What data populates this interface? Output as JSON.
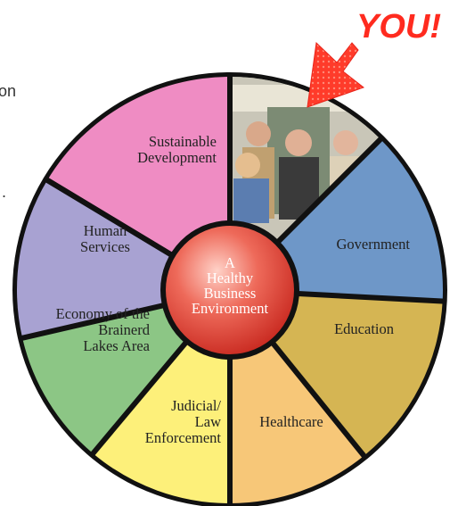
{
  "side_text": [
    "on",
    "."
  ],
  "callout": {
    "label": "YOU!",
    "color": "#ff2b1f"
  },
  "center": {
    "lines": [
      "A",
      "Healthy",
      "Business",
      "Environment"
    ],
    "color": "#e0463a"
  },
  "photo": {
    "icon": "group-photo-icon"
  },
  "segments": [
    {
      "key": "sustainable",
      "lines": [
        "Sustainable",
        "Development"
      ],
      "color": "#ef8cc3"
    },
    {
      "key": "government",
      "lines": [
        "Government"
      ],
      "color": "#6e97c8"
    },
    {
      "key": "education",
      "lines": [
        "Education"
      ],
      "color": "#d5b553"
    },
    {
      "key": "healthcare",
      "lines": [
        "Healthcare"
      ],
      "color": "#f7c778"
    },
    {
      "key": "judicial",
      "lines": [
        "Judicial/",
        "Law",
        "Enforcement"
      ],
      "color": "#fdf07a"
    },
    {
      "key": "economy",
      "lines": [
        "Economy of the",
        "Brainerd",
        "Lakes Area"
      ],
      "color": "#8cc685"
    },
    {
      "key": "human",
      "lines": [
        "Human",
        "Services"
      ],
      "color": "#a8a2d2"
    }
  ]
}
